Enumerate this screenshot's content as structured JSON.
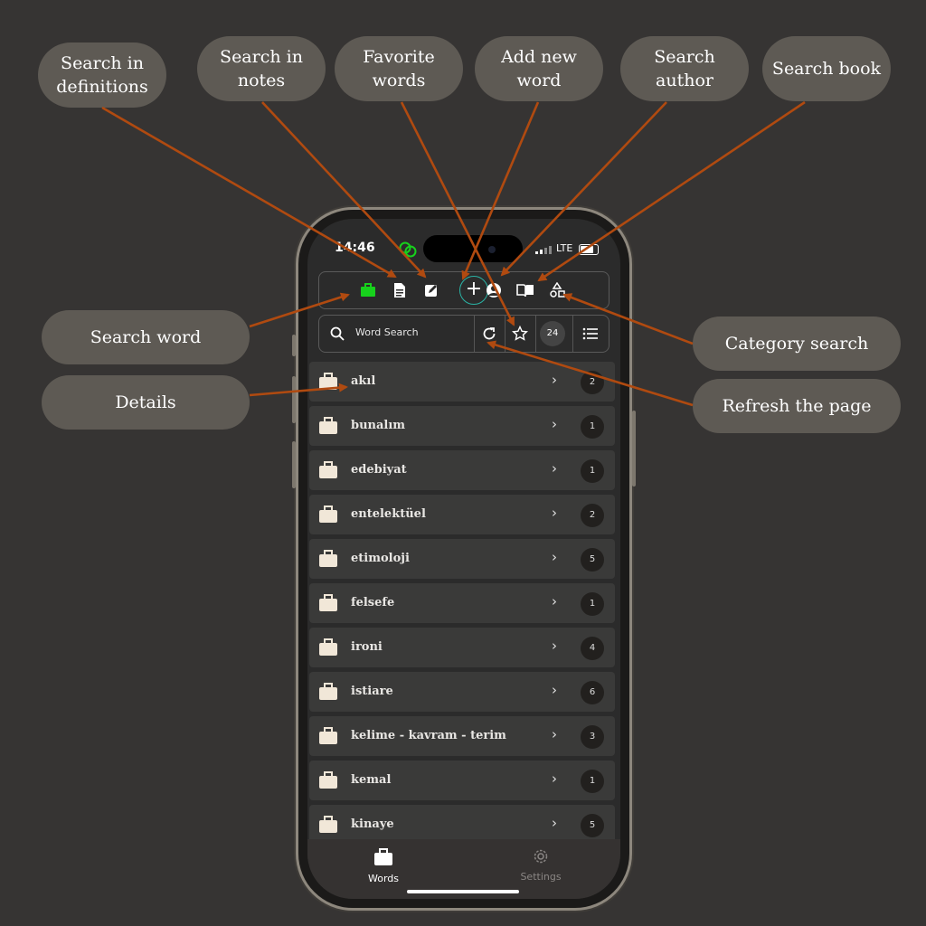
{
  "callouts": {
    "search_definitions": "Search in\ndefinitions",
    "search_notes": "Search in\nnotes",
    "favorite_words": "Favorite\nwords",
    "add_new_word": "Add new\nword",
    "search_author": "Search\nauthor",
    "search_book": "Search book",
    "search_word": "Search word",
    "details": "Details",
    "category_search": "Category search",
    "refresh_page": "Refresh the page"
  },
  "colors": {
    "background": "#363433",
    "bubble": "#5e5a54",
    "arrow": "#b04a10",
    "accent_green": "#17d11c",
    "accent_teal": "#2ab3a5"
  },
  "status_bar": {
    "time": "14:46",
    "network": "LTE"
  },
  "toolbar": {
    "icons": [
      "briefcase-icon",
      "document-icon",
      "note-edit-icon",
      "plus-icon",
      "author-icon",
      "book-icon",
      "shapes-icon"
    ]
  },
  "search": {
    "placeholder": "Word Search",
    "count": "24"
  },
  "categories": [
    {
      "name": "akıl",
      "count": "2"
    },
    {
      "name": "bunalım",
      "count": "1"
    },
    {
      "name": "edebiyat",
      "count": "1"
    },
    {
      "name": "entelektüel",
      "count": "2"
    },
    {
      "name": "etimoloji",
      "count": "5"
    },
    {
      "name": "felsefe",
      "count": "1"
    },
    {
      "name": "ironi",
      "count": "4"
    },
    {
      "name": "istiare",
      "count": "6"
    },
    {
      "name": "kelime - kavram - terim",
      "count": "3"
    },
    {
      "name": "kemal",
      "count": "1"
    },
    {
      "name": "kinaye",
      "count": "5"
    }
  ],
  "tabbar": {
    "words": "Words",
    "settings": "Settings"
  }
}
